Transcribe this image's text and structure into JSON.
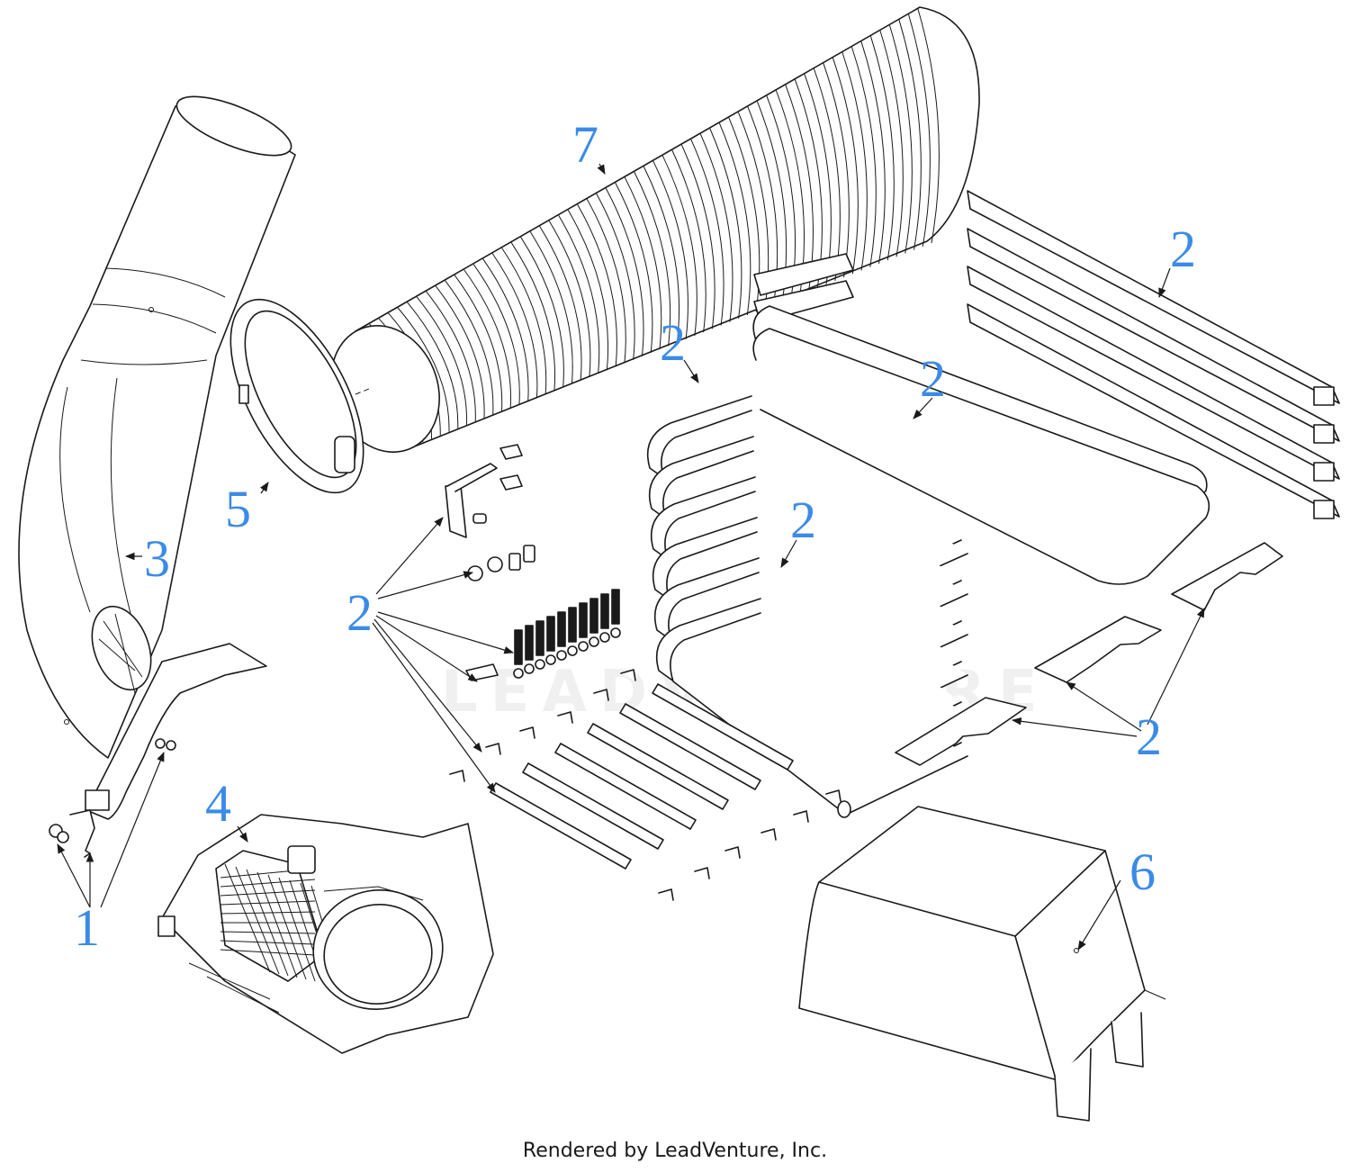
{
  "footer": {
    "text": "Rendered by LeadVenture, Inc."
  },
  "watermark": {
    "text": "LEADVENTURE"
  },
  "callouts": {
    "c1": "1",
    "c2a": "2",
    "c2b": "2",
    "c2c": "2",
    "c2d": "2",
    "c2e": "2",
    "c2f": "2",
    "c3": "3",
    "c4": "4",
    "c5": "5",
    "c6": "6",
    "c7": "7"
  },
  "colors": {
    "callout": "#3b8be6",
    "line": "#1a1a1a",
    "background": "#ffffff"
  }
}
